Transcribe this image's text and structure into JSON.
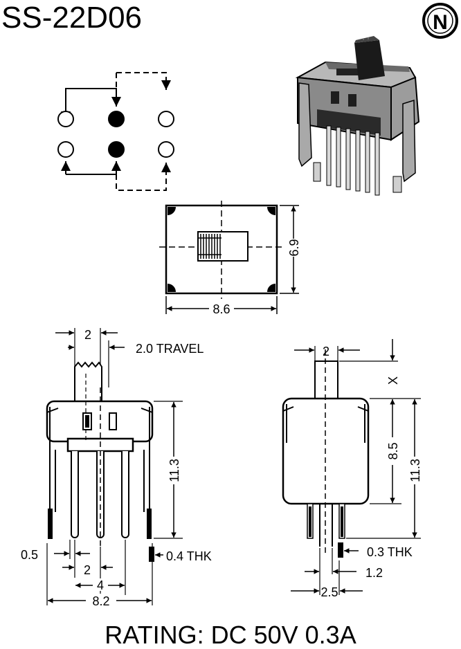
{
  "title": "SS-22D06",
  "logo": {
    "letter": "N",
    "icon": "n-logo-icon"
  },
  "footer": {
    "rating": "RATING: DC 50V 0.3A"
  },
  "top_view": {
    "width_dim": "8.6",
    "height_dim": "6.9"
  },
  "front_view": {
    "actuator_width_dim": "2",
    "travel_label": "2.0 TRAVEL",
    "height_dim": "11.3",
    "left_offset_dim": "0.5",
    "thickness_label": "0.4 THK",
    "pitch_dim": "2",
    "span_dim": "4",
    "overall_width_dim": "8.2"
  },
  "side_view": {
    "actuator_width_dim": "2",
    "actuator_height_label": "X",
    "body_height_dim": "8.5",
    "overall_height_dim": "11.3",
    "thickness_label": "0.3 THK",
    "pin_width_dim": "1.2",
    "pin_span_dim": "2.5"
  }
}
